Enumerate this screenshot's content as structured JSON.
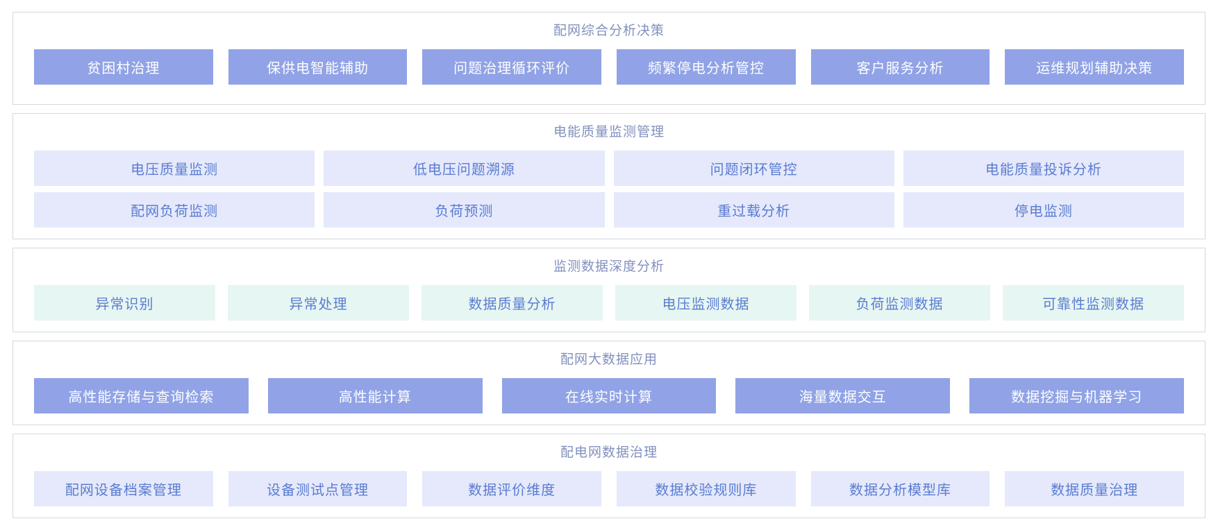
{
  "colors": {
    "solid_button_bg": "#91a3e6",
    "solid_button_text": "#fdfeff",
    "lavender_tile_bg": "#e5e9fb",
    "mint_tile_bg": "#e6f6f2",
    "tile_text": "#5b7cd1",
    "section_title_text": "#8290bd",
    "panel_border": "#d4d7de",
    "page_background": "#ffffff"
  },
  "sections": [
    {
      "title": "配网综合分析决策",
      "style": "solid",
      "rows": [
        [
          "贫困村治理",
          "保供电智能辅助",
          "问题治理循环评价",
          "频繁停电分析管控",
          "客户服务分析",
          "运维规划辅助决策"
        ]
      ]
    },
    {
      "title": "电能质量监测管理",
      "style": "lavender",
      "rows": [
        [
          "电压质量监测",
          "低电压问题溯源",
          "问题闭环管控",
          "电能质量投诉分析"
        ],
        [
          "配网负荷监测",
          "负荷预测",
          "重过载分析",
          "停电监测"
        ]
      ]
    },
    {
      "title": "监测数据深度分析",
      "style": "mint",
      "rows": [
        [
          "异常识别",
          "异常处理",
          "数据质量分析",
          "电压监测数据",
          "负荷监测数据",
          "可靠性监测数据"
        ]
      ]
    },
    {
      "title": "配网大数据应用",
      "style": "solid",
      "rows": [
        [
          "高性能存储与查询检索",
          "高性能计算",
          "在线实时计算",
          "海量数据交互",
          "数据挖掘与机器学习"
        ]
      ]
    },
    {
      "title": "配电网数据治理",
      "style": "lavender",
      "rows": [
        [
          "配网设备档案管理",
          "设备测试点管理",
          "数据评价维度",
          "数据校验规则库",
          "数据分析模型库",
          "数据质量治理"
        ]
      ]
    }
  ]
}
